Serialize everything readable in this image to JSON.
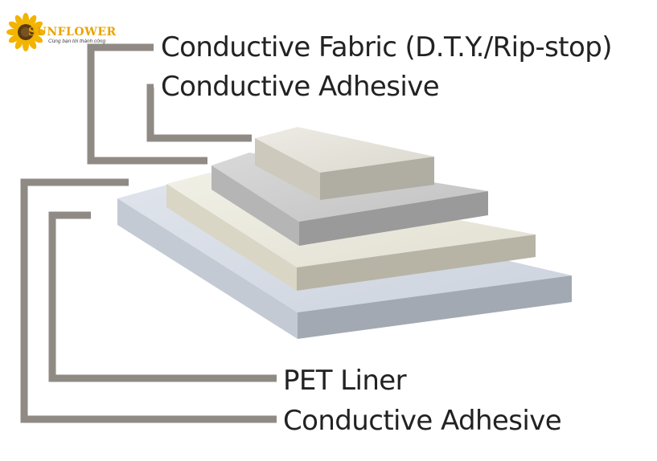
{
  "logo": {
    "wordmark": "SUNFLOWER",
    "tagline": "Cùng bạn tới thành công",
    "color": "#e8a400"
  },
  "layers": [
    {
      "id": "conductive-fabric",
      "label": "Conductive Fabric (D.T.Y./Rip-stop)"
    },
    {
      "id": "conductive-adhesive-top",
      "label": "Conductive Adhesive"
    },
    {
      "id": "pet-liner",
      "label": "PET Liner"
    },
    {
      "id": "conductive-adhesive-bottom",
      "label": "Conductive Adhesive"
    }
  ],
  "colors": {
    "leader_lines": "#8f8a84",
    "fabric_top": "#e9e7df",
    "grey_layer_top": "#cfcfcf",
    "cream_layer_top": "#ecebe0",
    "pet_top": "#d7dde7"
  }
}
